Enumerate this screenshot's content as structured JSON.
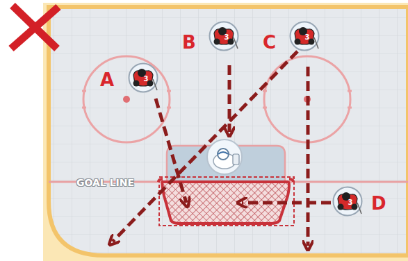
{
  "diagram": {
    "nodes": [
      {
        "text": [
          "A",
          "3"
        ]
      },
      {
        "text": [
          "B",
          "3"
        ]
      },
      {
        "text": [
          "C",
          "3"
        ]
      },
      {
        "text": [
          "D",
          "3"
        ]
      }
    ],
    "labels": [
      "GOAL LINE"
    ]
  }
}
